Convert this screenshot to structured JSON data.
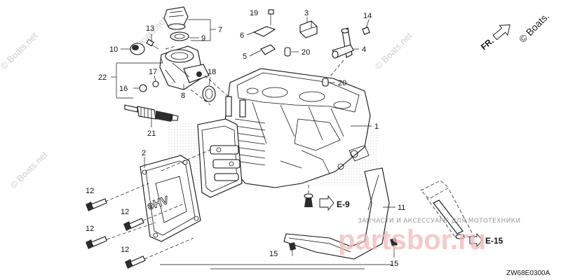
{
  "diagram": {
    "code": "ZW68E0300A",
    "direction_label": "FR."
  },
  "callouts": [
    {
      "id": "c1",
      "label": "1"
    },
    {
      "id": "c2",
      "label": "2"
    },
    {
      "id": "c3",
      "label": "3"
    },
    {
      "id": "c4",
      "label": "4"
    },
    {
      "id": "c5",
      "label": "5"
    },
    {
      "id": "c6",
      "label": "6"
    },
    {
      "id": "c7",
      "label": "7"
    },
    {
      "id": "c8",
      "label": "8"
    },
    {
      "id": "c9",
      "label": "9"
    },
    {
      "id": "c10",
      "label": "10"
    },
    {
      "id": "c11",
      "label": "11"
    },
    {
      "id": "c12a",
      "label": "12"
    },
    {
      "id": "c12b",
      "label": "12"
    },
    {
      "id": "c12c",
      "label": "12"
    },
    {
      "id": "c12d",
      "label": "12"
    },
    {
      "id": "c13",
      "label": "13"
    },
    {
      "id": "c14",
      "label": "14"
    },
    {
      "id": "c15a",
      "label": "15"
    },
    {
      "id": "c15b",
      "label": "15"
    },
    {
      "id": "c16",
      "label": "16"
    },
    {
      "id": "c17",
      "label": "17"
    },
    {
      "id": "c18",
      "label": "18"
    },
    {
      "id": "c19",
      "label": "19"
    },
    {
      "id": "c20a",
      "label": "20"
    },
    {
      "id": "c20b",
      "label": "20"
    },
    {
      "id": "c21",
      "label": "21"
    },
    {
      "id": "c22",
      "label": "22"
    }
  ],
  "references": [
    {
      "id": "e9",
      "label": "E-9"
    },
    {
      "id": "e15",
      "label": "E-15"
    }
  ],
  "watermarks": {
    "boats": "© Boats.net",
    "boats_corner": "© Boats.",
    "shop_caption": "ЗАПЧАСТИ И АКСЕССУАРЫ ДЛЯ МОТОТЕХНИКИ",
    "shop_logo": "partsbor.ru"
  },
  "colors": {
    "ink": "#111111",
    "watermark_red": "#f2b7b7",
    "watermark_grey": "#cfcfcf"
  }
}
